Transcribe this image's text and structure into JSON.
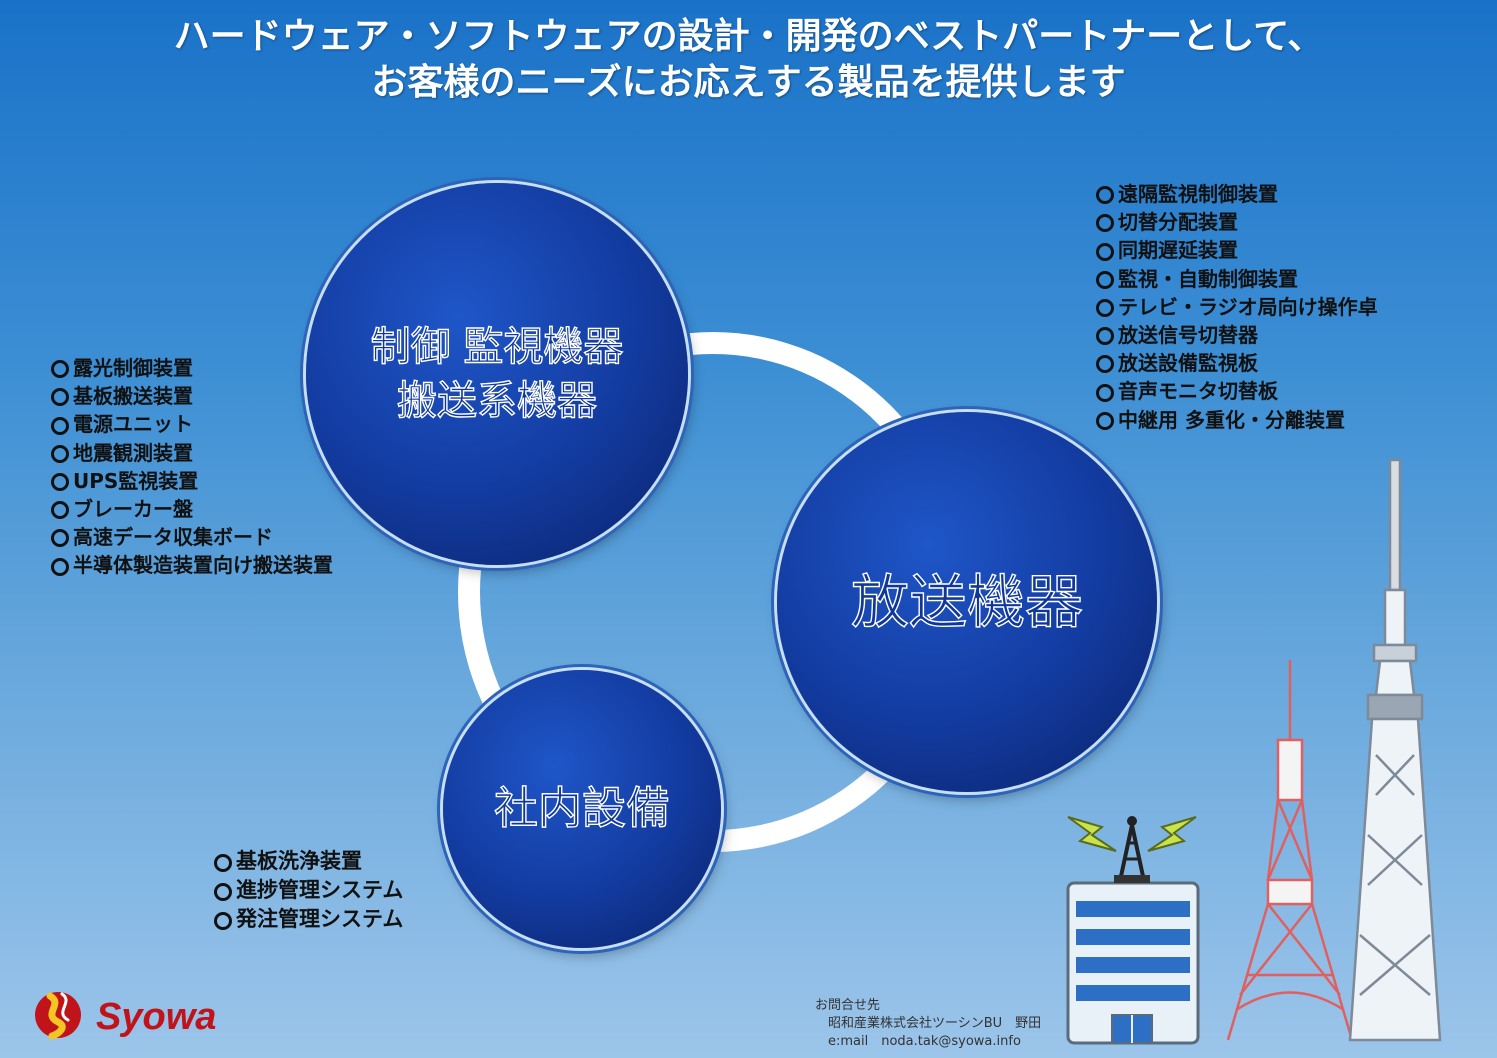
{
  "headline": {
    "line1": "ハードウェア・ソフトウェアの設計・開発のベストパートナーとして、",
    "line2": "お客様のニーズにお応えする製品を提供します"
  },
  "circles": {
    "control": {
      "line1": "制御 監視機器",
      "line2": "搬送系機器"
    },
    "broadcast": {
      "label": "放送機器"
    },
    "internal": {
      "label": "社内設備"
    }
  },
  "lists": {
    "control": [
      "露光制御装置",
      "基板搬送装置",
      "電源ユニット",
      "地震観測装置",
      "UPS監視装置",
      "ブレーカー盤",
      "高速データ収集ボード",
      "半導体製造装置向け搬送装置"
    ],
    "broadcast": [
      "遠隔監視制御装置",
      "切替分配装置",
      "同期遅延装置",
      "監視・自動制御装置",
      "テレビ・ラジオ局向け操作卓",
      "放送信号切替器",
      "放送設備監視板",
      "音声モニタ切替板",
      "中継用 多重化・分離装置"
    ],
    "internal": [
      "基板洗浄装置",
      "進捗管理システム",
      "発注管理システム"
    ]
  },
  "logo": {
    "text": "Syowa",
    "color": "#c1131a"
  },
  "contact": {
    "heading": "お問合せ先",
    "company": "昭和産業株式会社ツーシンBU　野田",
    "email": "e:mail　noda.tak@syowa.info"
  },
  "colors": {
    "background_top": "#1a72c8",
    "background_bottom": "#9cc5ea",
    "circle_fill": "#123a9e",
    "ring": "#ffffff"
  },
  "icons": [
    "syowa-logo-icon",
    "building-antenna-icon",
    "tokyo-tower-icon",
    "skytree-icon",
    "lightning-icon"
  ]
}
